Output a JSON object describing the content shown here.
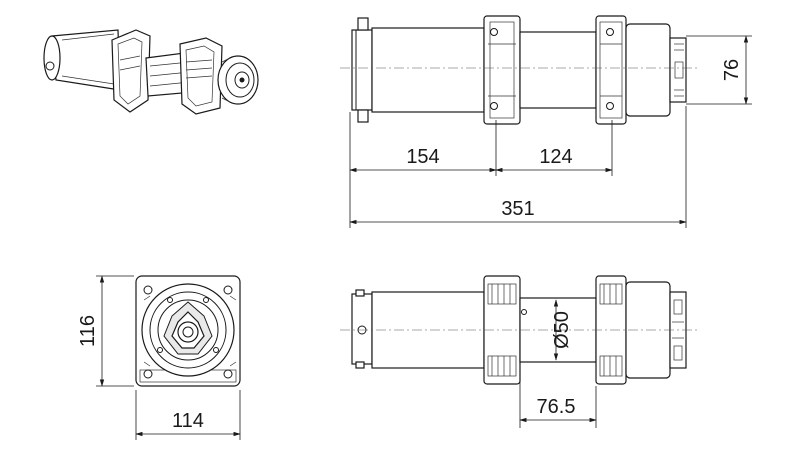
{
  "dimensions": {
    "drum_to_bracket": "154",
    "bracket_spacing": "124",
    "overall_length": "351",
    "height_top": "76",
    "end_height": "116",
    "end_width": "114",
    "drum_diameter": "Ø50",
    "mount_offset": "76.5"
  }
}
